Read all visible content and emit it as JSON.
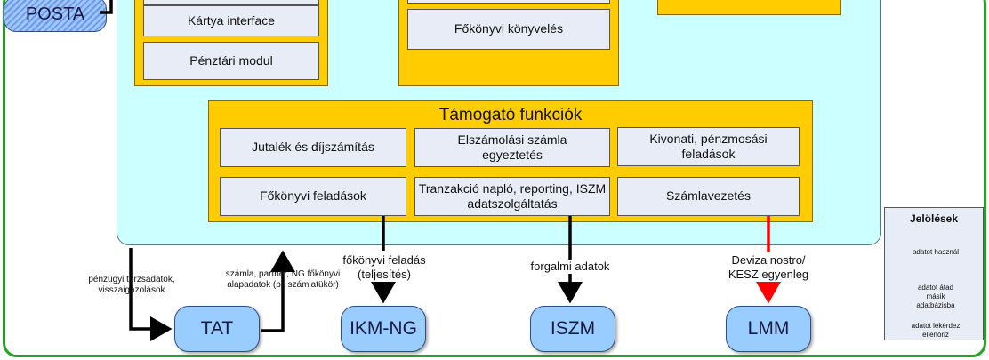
{
  "left_modules": [
    {
      "label": "Kártya interface"
    },
    {
      "label": "Pénztári modul"
    }
  ],
  "middle_modules": [
    {
      "label": "Főkönyvi könyvelés"
    }
  ],
  "support": {
    "title": "Támogató funkciók",
    "items": [
      {
        "label": "Jutalék és díjszámítás"
      },
      {
        "label": "Elszámolási számla egyeztetés"
      },
      {
        "label": "Kivonati, pénzmosási feladások"
      },
      {
        "label": "Főkönyvi feladások"
      },
      {
        "label": "Tranzakció napló, reporting, ISZM adatszolgáltatás"
      },
      {
        "label": "Számlavezetés"
      }
    ]
  },
  "systems": {
    "posta": "POSTA",
    "tat": "TAT",
    "ikm": "IKM-NG",
    "iszm": "ISZM",
    "lmm": "LMM"
  },
  "flows": {
    "tat_in": "pénzügyi törzsadatok, visszaigazolások",
    "tat_out": "számla, partner, NG főkönyvi alapadatok (pl. számlatükör)",
    "ikm": "főkönyvi feladás (teljesítés)",
    "iszm": "forgalmi adatok",
    "lmm": "Deviza nostro/ KESZ egyenleg"
  },
  "legend": {
    "title": "Jelölések",
    "entries": [
      {
        "text": "adatot használ",
        "color": "#22aa22"
      },
      {
        "text": "adatot átad másik adatbázisba",
        "color": "#000000"
      },
      {
        "text": "adatot lekérdez ellenőriz",
        "color": "#ff0000"
      }
    ]
  }
}
